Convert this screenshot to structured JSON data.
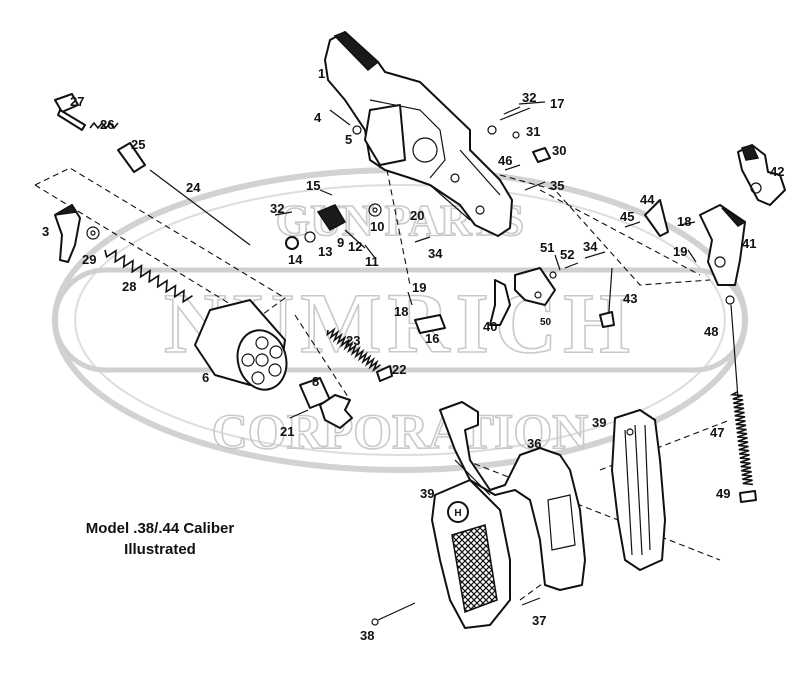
{
  "watermark": {
    "top_line": "GUN PARTS",
    "middle_line": "NUMRICH",
    "bottom_line": "CORPORATION"
  },
  "caption": {
    "line1": "Model .38/.44 Caliber",
    "line2": "Illustrated"
  },
  "parts": [
    {
      "id": "p1",
      "label": "1"
    },
    {
      "id": "p3",
      "label": "3"
    },
    {
      "id": "p4",
      "label": "4"
    },
    {
      "id": "p5",
      "label": "5"
    },
    {
      "id": "p6",
      "label": "6"
    },
    {
      "id": "p8",
      "label": "8"
    },
    {
      "id": "p9",
      "label": "9"
    },
    {
      "id": "p10",
      "label": "10"
    },
    {
      "id": "p11",
      "label": "11"
    },
    {
      "id": "p12",
      "label": "12"
    },
    {
      "id": "p13",
      "label": "13"
    },
    {
      "id": "p14",
      "label": "14"
    },
    {
      "id": "p15",
      "label": "15"
    },
    {
      "id": "p16",
      "label": "16"
    },
    {
      "id": "p17",
      "label": "17"
    },
    {
      "id": "p18a",
      "label": "18"
    },
    {
      "id": "p18b",
      "label": "18"
    },
    {
      "id": "p19a",
      "label": "19"
    },
    {
      "id": "p19b",
      "label": "19"
    },
    {
      "id": "p20",
      "label": "20"
    },
    {
      "id": "p21",
      "label": "21"
    },
    {
      "id": "p22",
      "label": "22"
    },
    {
      "id": "p23",
      "label": "23"
    },
    {
      "id": "p24",
      "label": "24"
    },
    {
      "id": "p25",
      "label": "25"
    },
    {
      "id": "p26",
      "label": "26"
    },
    {
      "id": "p27",
      "label": "27"
    },
    {
      "id": "p28",
      "label": "28"
    },
    {
      "id": "p29",
      "label": "29"
    },
    {
      "id": "p30",
      "label": "30"
    },
    {
      "id": "p31",
      "label": "31"
    },
    {
      "id": "p32a",
      "label": "32"
    },
    {
      "id": "p32b",
      "label": "32"
    },
    {
      "id": "p34a",
      "label": "34"
    },
    {
      "id": "p34b",
      "label": "34"
    },
    {
      "id": "p35",
      "label": "35"
    },
    {
      "id": "p36",
      "label": "36"
    },
    {
      "id": "p37",
      "label": "37"
    },
    {
      "id": "p38",
      "label": "38"
    },
    {
      "id": "p39a",
      "label": "39"
    },
    {
      "id": "p39b",
      "label": "39"
    },
    {
      "id": "p40",
      "label": "40"
    },
    {
      "id": "p41",
      "label": "41"
    },
    {
      "id": "p42",
      "label": "42"
    },
    {
      "id": "p43",
      "label": "43"
    },
    {
      "id": "p44",
      "label": "44"
    },
    {
      "id": "p45",
      "label": "45"
    },
    {
      "id": "p46",
      "label": "46"
    },
    {
      "id": "p47",
      "label": "47"
    },
    {
      "id": "p48",
      "label": "48"
    },
    {
      "id": "p49",
      "label": "49"
    },
    {
      "id": "p50",
      "label": "50"
    },
    {
      "id": "p51",
      "label": "51"
    },
    {
      "id": "p52",
      "label": "52"
    }
  ]
}
